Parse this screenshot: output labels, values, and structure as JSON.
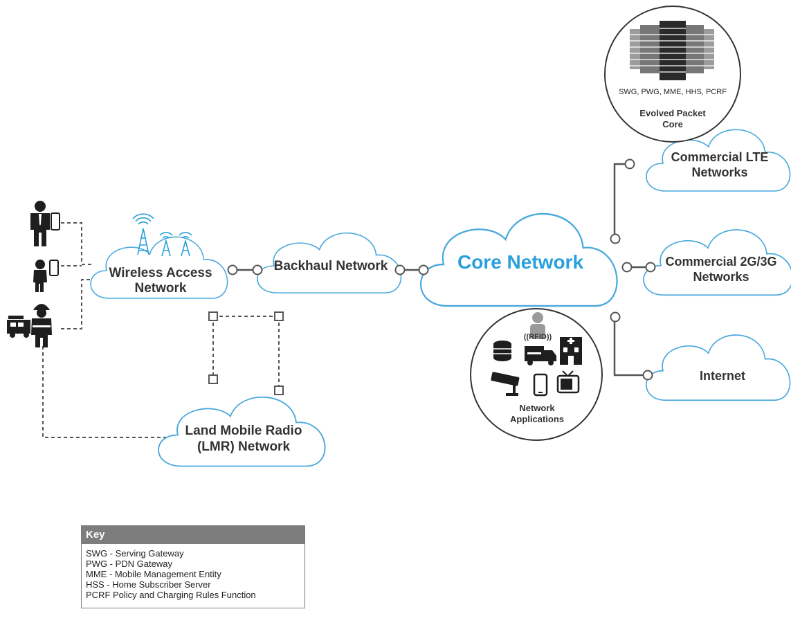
{
  "nodes": {
    "wireless_access": {
      "line1": "Wireless Access",
      "line2": "Network"
    },
    "backhaul": {
      "label": "Backhaul Network"
    },
    "core": {
      "label": "Core Network"
    },
    "lmr": {
      "line1": "Land Mobile Radio",
      "line2": "(LMR) Network"
    },
    "commercial_lte": {
      "line1": "Commercial LTE",
      "line2": "Networks"
    },
    "commercial_2g3g": {
      "line1": "Commercial 2G/3G",
      "line2": "Networks"
    },
    "internet": {
      "label": "Internet"
    }
  },
  "epc": {
    "components": "SWG, PWG, MME, HHS, PCRF",
    "title_line1": "Evolved Packet",
    "title_line2": "Core"
  },
  "network_apps": {
    "rfid": "((RFID))",
    "title_line1": "Network",
    "title_line2": "Applications"
  },
  "key": {
    "title": "Key",
    "items": [
      "SWG - Serving Gateway",
      "PWG - PDN Gateway",
      "MME - Mobile Management Entity",
      "HSS - Home Subscriber Server",
      "PCRF Policy and Charging Rules Function"
    ]
  },
  "colors": {
    "cloud_stroke": "#4aa9dc",
    "core_label": "#29a0dc",
    "connector": "#555555",
    "key_header": "#7d7d7d"
  }
}
